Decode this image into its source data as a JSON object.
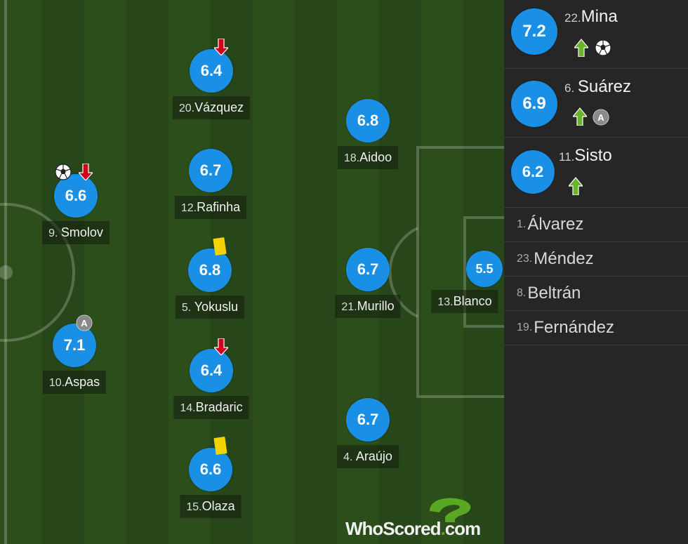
{
  "colors": {
    "rating_bg": "#1a8fe6",
    "pitch_dark": "#27461a",
    "pitch_light": "#2c4e1b",
    "bench_bg": "#262626",
    "sub_on": "#6ab42a",
    "sub_off": "#d0021b",
    "yellow_card": "#f5d300"
  },
  "players": [
    {
      "num": "20.",
      "name": "Vázquez",
      "rating": "6.4",
      "icons": [
        "sub-off-arrow-icon"
      ]
    },
    {
      "num": "9. ",
      "name": "Smolov",
      "rating": "6.6",
      "icons": [
        "goal-ball-icon",
        "sub-off-arrow-icon"
      ]
    },
    {
      "num": "12.",
      "name": "Rafinha",
      "rating": "6.7",
      "icons": []
    },
    {
      "num": "18.",
      "name": "Aidoo",
      "rating": "6.8",
      "icons": []
    },
    {
      "num": "5. ",
      "name": "Yokuslu",
      "rating": "6.8",
      "icons": [
        "yellow-card-icon"
      ]
    },
    {
      "num": "21.",
      "name": "Murillo",
      "rating": "6.7",
      "icons": []
    },
    {
      "num": "13.",
      "name": "Blanco",
      "rating": "5.5",
      "icons": []
    },
    {
      "num": "10.",
      "name": "Aspas",
      "rating": "7.1",
      "icons": [
        "assist-badge-icon"
      ]
    },
    {
      "num": "14.",
      "name": "Bradaric",
      "rating": "6.4",
      "icons": [
        "sub-off-arrow-icon"
      ]
    },
    {
      "num": "4. ",
      "name": "Araújo",
      "rating": "6.7",
      "icons": []
    },
    {
      "num": "15.",
      "name": "Olaza",
      "rating": "6.6",
      "icons": [
        "yellow-card-icon"
      ]
    }
  ],
  "subs_used": [
    {
      "num": "22.",
      "name": "Mina",
      "rating": "7.2",
      "icons": [
        "sub-on-arrow-icon",
        "goal-ball-icon"
      ]
    },
    {
      "num": "6. ",
      "name": "Suárez",
      "rating": "6.9",
      "icons": [
        "sub-on-arrow-icon",
        "assist-badge-icon"
      ]
    },
    {
      "num": "11.",
      "name": "Sisto",
      "rating": "6.2",
      "icons": [
        "sub-on-arrow-icon"
      ]
    }
  ],
  "bench_unused": [
    {
      "num": "1. ",
      "name": "Álvarez"
    },
    {
      "num": "23.",
      "name": "Méndez"
    },
    {
      "num": "8. ",
      "name": "Beltrán"
    },
    {
      "num": "19.",
      "name": "Fernández"
    }
  ],
  "badges": {
    "assist": "A"
  },
  "watermark": {
    "brand": "WhoScored",
    "dot": ".",
    "tld": "com"
  }
}
